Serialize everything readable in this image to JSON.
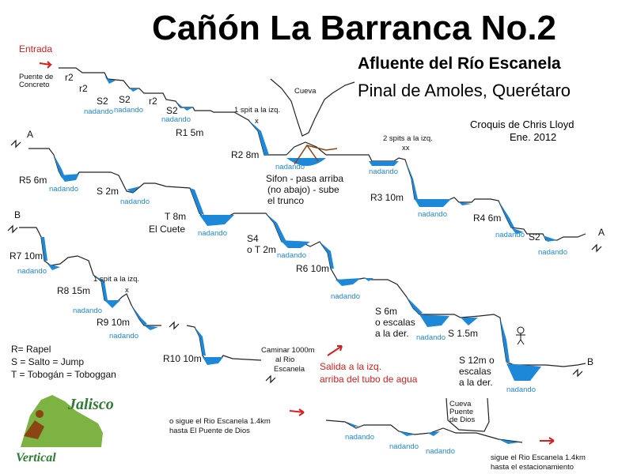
{
  "header": {
    "title": "Cañón La Barranca No.2",
    "subtitle1": "Afluente del Río Escanela",
    "subtitle2": "Pinal de Amoles, Querétaro",
    "author": "Croquis de Chris Lloyd",
    "date": "Ene. 2012"
  },
  "labels": {
    "entrada": "Entrada",
    "puente1": "Puente de",
    "puente2": "Concreto",
    "r2a": "r2",
    "r2b": "r2",
    "s2a": "S2",
    "s2b": "S2",
    "r2c": "r2",
    "s2c": "S2",
    "r1": "R1 5m",
    "spit1a": "1 spit a la izq.",
    "spit1b": "x",
    "cueva": "Cueva",
    "r2_8m": "R2 8m",
    "spits2a": "2 spits a la izq.",
    "spits2b": "xx",
    "sifon1": "Sifon - pasa arriba",
    "sifon2": "(no abajo) - sube",
    "sifon3": "el trunco",
    "markA1": "A",
    "r5": "R5 6m",
    "s2_2m": "S 2m",
    "t8": "T 8m",
    "elcuete": "El Cuete",
    "r3": "R3 10m",
    "r4": "R4 6m",
    "s2d": "S2",
    "markA2": "A",
    "markB1": "B",
    "r7": "R7 10m",
    "s4": "S4",
    "ot2": "o T 2m",
    "r6": "R6 10m",
    "spit3a": "1 spit a la izq.",
    "spit3b": "x",
    "r8": "R8 15m",
    "r9": "R9 10m",
    "s6a": "S 6m",
    "s6b": "o escalas",
    "s6c": "a la der.",
    "s15": "S 1.5m",
    "s12a": "S 12m o",
    "s12b": "escalas",
    "s12c": "a la der.",
    "markB2": "B",
    "r10": "R10 10m",
    "caminar1": "Caminar 1000m",
    "caminar2": "al Rio",
    "caminar3": "Escanela",
    "salida1": "Salida a la izq.",
    "salida2": "arriba del tubo de agua",
    "legend1": "R= Rapel",
    "legend2": "S = Salto = Jump",
    "legend3": "T = Tobogán = Toboggan",
    "osigue1": "o sigue el Rio Escanela 1.4km",
    "osigue2": "hasta El Puente de Dios",
    "cuevapd1": "Cueva",
    "cuevapd2": "Puente",
    "cuevapd3": "de Dios",
    "sigue1": "sigue el Rio Escanela 1.4km",
    "sigue2": "hasta el estacionamiento",
    "logo_top": "Jalisco",
    "logo_bottom": "Vertical",
    "nadando": "nadando"
  },
  "colors": {
    "water": "#1e88d8",
    "red": "#d42020",
    "logo_green": "#7cb342",
    "logo_brown": "#8b4513"
  }
}
